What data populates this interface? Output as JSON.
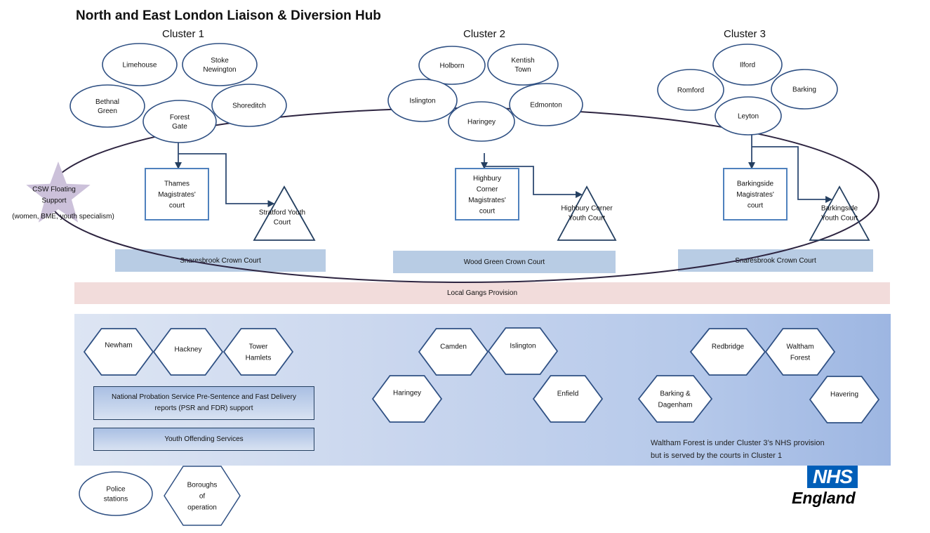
{
  "title": "North and East London Liaison & Diversion Hub",
  "colors": {
    "node_stroke": "#2f5083",
    "box_stroke": "#4f81bd",
    "curve": "#2d2440",
    "crown_court_fill": "#b8cce4",
    "gangs_fill": "#f2dcdb",
    "star_fill": "#ccc1da",
    "nhs_blue": "#005eb8"
  },
  "clusters": [
    {
      "label": "Cluster 1",
      "police_stations": [
        "Limehouse",
        "Stoke Newington",
        "Bethnal Green",
        "Shoreditch",
        "Forest Gate"
      ],
      "magistrates_court": "Thames Magistrates' court",
      "youth_court": "Stratford Youth Court",
      "crown_court": "Snaresbrook Crown Court",
      "boroughs": [
        "Newham",
        "Hackney",
        "Tower Hamlets"
      ]
    },
    {
      "label": "Cluster 2",
      "police_stations": [
        "Holborn",
        "Kentish Town",
        "Islington",
        "Edmonton",
        "Haringey"
      ],
      "magistrates_court": "Highbury Corner Magistrates' court",
      "youth_court": "Highbury Corner Youth Court",
      "crown_court": "Wood Green Crown Court",
      "boroughs": [
        "Camden",
        "Islington",
        "Haringey",
        "Enfield"
      ]
    },
    {
      "label": "Cluster 3",
      "police_stations": [
        "Ilford",
        "Romford",
        "Barking",
        "Leyton"
      ],
      "magistrates_court": "Barkingside Magistrates' court",
      "youth_court": "Barkingside Youth Court",
      "crown_court": "Snaresbrook Crown Court",
      "boroughs": [
        "Redbridge",
        "Waltham Forest",
        "Barking & Dagenham",
        "Havering"
      ]
    }
  ],
  "csw": {
    "label": "CSW Floating Support",
    "sub": "(women, BME, youth specialism)"
  },
  "gangs": "Local Gangs Provision",
  "services": [
    "National Probation Service Pre-Sentence and Fast Delivery reports (PSR and FDR) support",
    "Youth Offending Services"
  ],
  "note": [
    "Waltham Forest is under Cluster 3’s NHS provision",
    "but is served by the courts in Cluster 1"
  ],
  "legend": {
    "police": "Police stations",
    "boroughs": "Boroughs of operation"
  },
  "logo": {
    "mark": "NHS",
    "text": "England"
  }
}
